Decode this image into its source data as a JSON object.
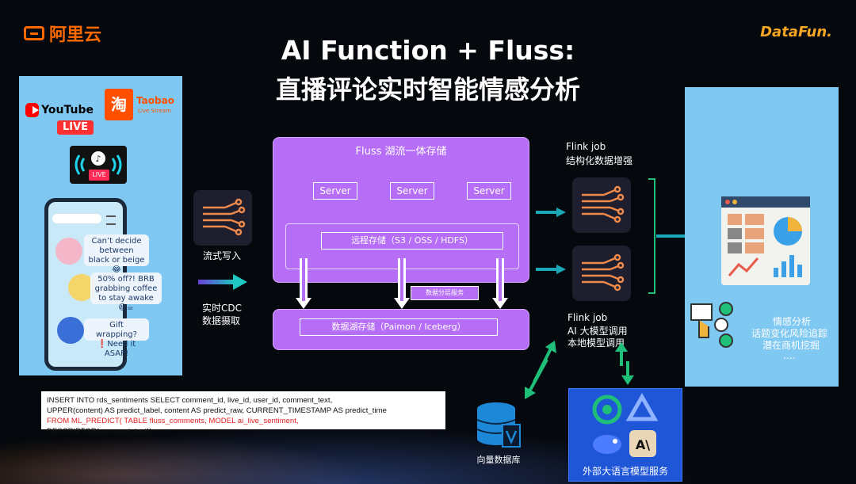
{
  "logos": {
    "aliyun": "阿里云",
    "datafun": "DataFun."
  },
  "title": {
    "line1": "AI Function + Fluss:",
    "line2": "直播评论实时智能情感分析"
  },
  "left": {
    "youtube": "YouTube",
    "youtube_live": "LIVE",
    "taobao_icon": "淘",
    "taobao_name": "Taobao",
    "taobao_sub": "Live Stream",
    "tiktok_live": "LIVE",
    "comments": [
      "Can’t decide between black or beige 😂",
      "50% off?! BRB grabbing coffee to stay awake 😆☕",
      "Gift wrapping? ❗Need it ASAP!"
    ]
  },
  "ingest": {
    "stream_write": "流式写入",
    "cdc_line1": "实时CDC",
    "cdc_line2": "数据摄取"
  },
  "fluss": {
    "title": "Fluss 湖流一体存储",
    "servers": [
      "Server",
      "Server",
      "Server"
    ],
    "remote": "远程存储（S3 / OSS / HDFS）",
    "tiering": "数据分层服务",
    "lake": "数据湖存储（Paimon / Iceberg）"
  },
  "flink": {
    "job1_line1": "Flink job",
    "job1_line2": "结构化数据增强",
    "job2_line1": "Flink job",
    "job2_line2": "AI 大模型调用",
    "job2_line3": "本地模型调用"
  },
  "right": {
    "items": [
      "情感分析",
      "话题变化风险追踪",
      "潜在商机挖掘",
      "...."
    ]
  },
  "code": {
    "line1": "INSERT INTO rds_sentiments SELECT comment_id, live_id, user_id, comment_text,",
    "line2": "UPPER(content) AS predict_label, content AS predict_raw, CURRENT_TIMESTAMP AS predict_time",
    "line3": "FROM ML_PREDICT( TABLE fluss_comments,   MODEL ai_live_sentiment,",
    "line4": "DESCRIPTOR(comment_text));"
  },
  "vector_db": "向量数据库",
  "llm_service": "外部大语言模型服务",
  "colors": {
    "purple": "#b56ef5",
    "panel_blue": "#7fc8f2",
    "llm_blue": "#1f56d8",
    "arrow_teal": "#1aa8b8",
    "accent_orange": "#ff6a00"
  }
}
